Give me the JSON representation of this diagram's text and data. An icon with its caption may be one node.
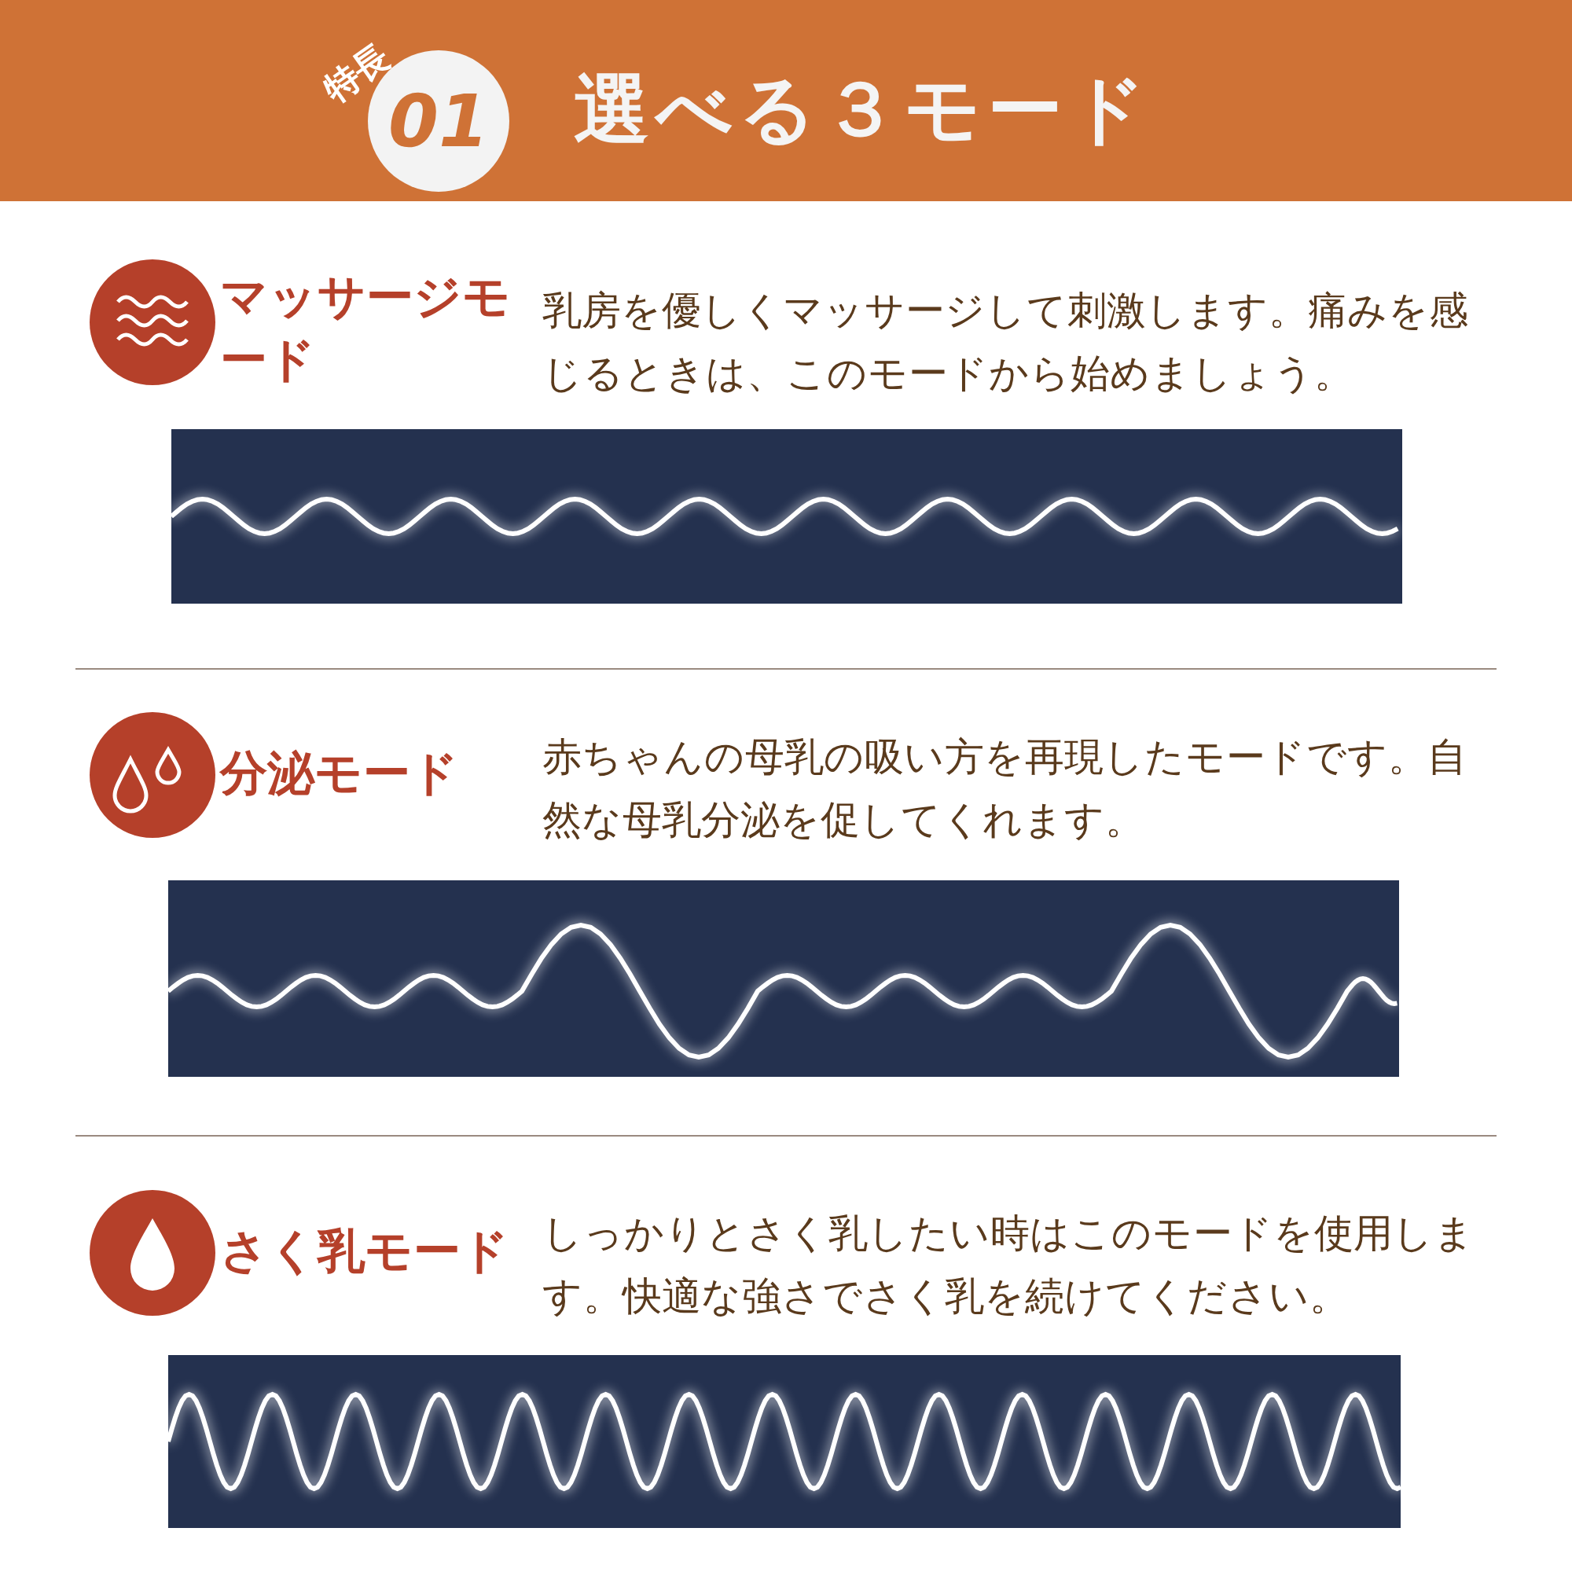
{
  "diagram": {
    "title": "選べる３モード",
    "labels": [
      "特長",
      "01",
      "マッサージモード",
      "乳房を優しくマッサージして刺激します。痛みを感じるときは、このモードから始めましょう。",
      "分泌モード",
      "赤ちゃんの母乳の吸い方を再現したモードです。自然な母乳分泌を促してくれます。",
      "さく乳モード",
      "しっかりとさく乳したい時はこのモードを使用します。快適な強さでさく乳を続けてください。"
    ]
  }
}
